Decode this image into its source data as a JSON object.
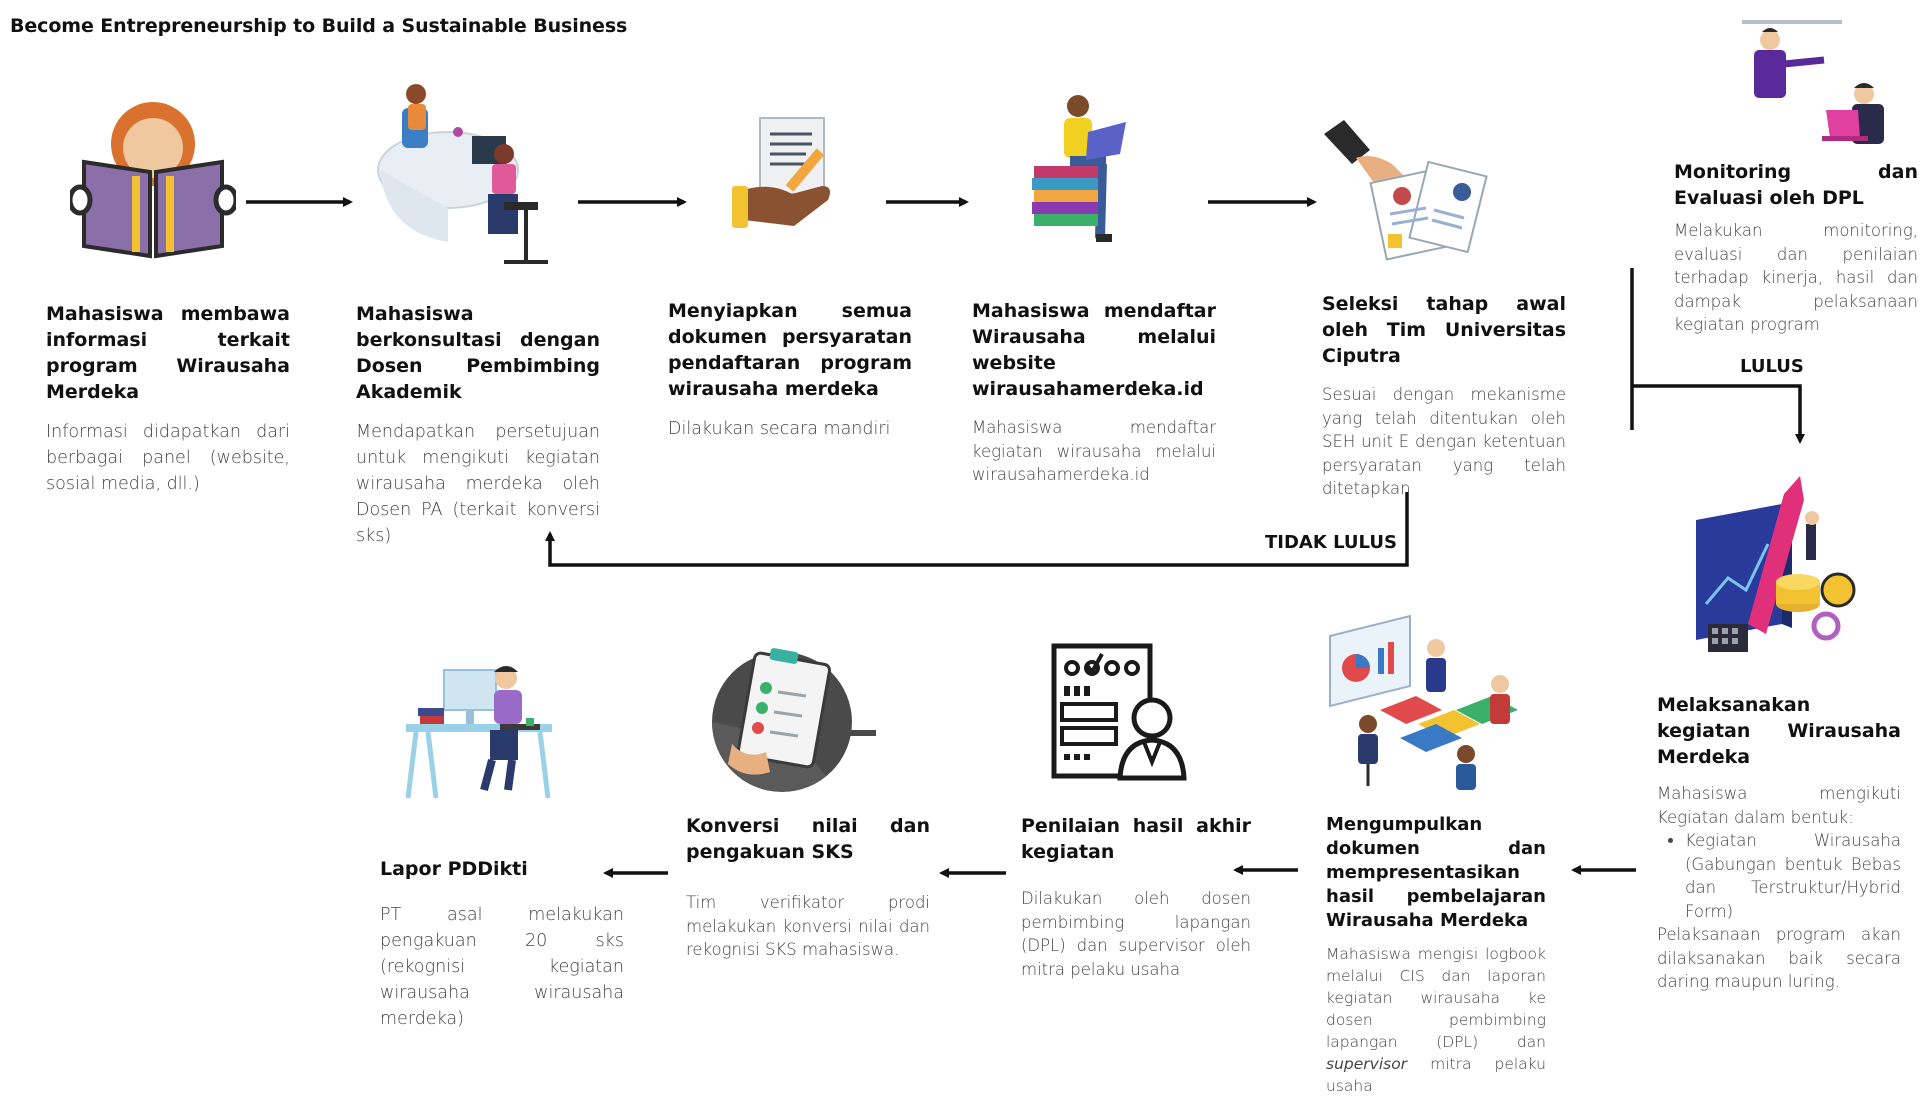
{
  "title": "Become Entrepreneurship to Build a Sustainable Business",
  "steps": {
    "s1": {
      "heading": "Mahasiswa membawa informasi terkait program Wirausaha Merdeka",
      "desc": "Informasi didapatkan dari berbagai panel (website, sosial media, dll.)"
    },
    "s2": {
      "heading": "Mahasiswa berkonsultasi dengan Dosen Pembimbing Akademik",
      "desc": "Mendapatkan persetujuan untuk mengikuti kegiatan wirausaha merdeka oleh Dosen PA (terkait konversi sks)"
    },
    "s3": {
      "heading": "Menyiapkan semua dokumen persyaratan pendaftaran program wirausaha merdeka",
      "desc": "Dilakukan secara mandiri"
    },
    "s4": {
      "heading": "Mahasiswa mendaftar Wirausaha melalui website wirausahamerdeka.id",
      "desc": "Mahasiswa mendaftar kegiatan wirausaha melalui wirausahamerdeka.id"
    },
    "s5": {
      "heading": "Seleksi tahap awal oleh Tim Universitas Ciputra",
      "desc": "Sesuai dengan mekanisme yang telah ditentukan oleh SEH unit E dengan ketentuan persyaratan yang telah ditetapkan"
    },
    "s6": {
      "heading": "Monitoring dan Evaluasi oleh DPL",
      "desc": "Melakukan monitoring, evaluasi dan penilaian terhadap kinerja, hasil dan dampak pelaksanaan kegiatan program"
    },
    "s7": {
      "heading": "Melaksanakan kegiatan Wirausaha Merdeka",
      "desc_intro": "Mahasiswa mengikuti Kegiatan dalam bentuk:",
      "bullet": "Kegiatan Wirausaha (Gabungan bentuk Bebas dan Terstruktur/Hybrid Form)",
      "desc_outro": "Pelaksanaan program akan dilaksanakan baik secara daring maupun luring."
    },
    "s8": {
      "heading": "Mengumpulkan dokumen dan mempresentasikan hasil pembelajaran Wirausaha Merdeka",
      "desc_pre": "Mahasiswa mengisi logbook melalui CIS dan laporan kegiatan wirausaha ke dosen pembimbing lapangan (DPL) dan ",
      "desc_em": "supervisor",
      "desc_post": " mitra pelaku usaha"
    },
    "s9": {
      "heading": "Penilaian hasil akhir kegiatan",
      "desc": "Dilakukan oleh dosen pembimbing lapangan (DPL) dan supervisor oleh mitra pelaku usaha"
    },
    "s10": {
      "heading": "Konversi nilai dan pengakuan SKS",
      "desc": "Tim verifikator prodi melakukan konversi nilai dan rekognisi SKS mahasiswa."
    },
    "s11": {
      "heading": "Lapor PDDikti",
      "desc": "PT asal melakukan pengakuan 20 sks (rekognisi kegiatan wirausaha wirausaha merdeka)"
    }
  },
  "labels": {
    "lulus": "LULUS",
    "tidak_lulus": "TIDAK LULUS"
  },
  "icons": {
    "s1": "reading-student-icon",
    "s2": "consultation-desk-icon",
    "s3": "document-hand-icon",
    "s4": "laptop-on-books-icon",
    "s5": "resume-selection-icon",
    "s6": "monitoring-presentation-icon",
    "s7": "growth-chart-icon",
    "s8": "team-puzzle-presentation-icon",
    "s9": "assessment-form-icon",
    "s10": "checklist-clipboard-icon",
    "s11": "desk-worker-icon"
  }
}
